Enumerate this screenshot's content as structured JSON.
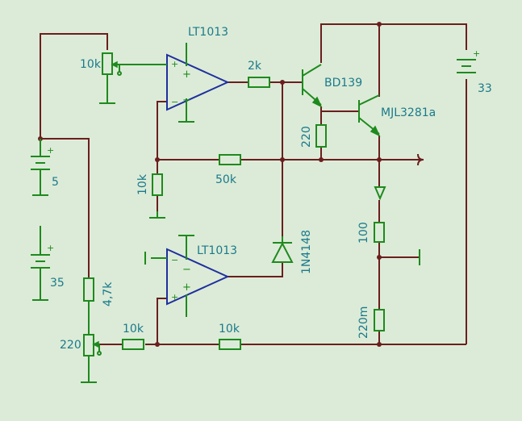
{
  "components": {
    "opamp_top": "LT1013",
    "opamp_bottom": "LT1013",
    "pot_top": "10k",
    "pot_bottom": "220",
    "r_2k": "2k",
    "r_220_emitter": "220",
    "r_10k_fb": "10k",
    "r_50k": "50k",
    "r_4k7": "4,7k",
    "r_10k_in": "10k",
    "r_10k_bottom": "10k",
    "r_100": "100",
    "r_220m": "220m",
    "q_driver": "BD139",
    "q_power": "MJL3281a",
    "diode": "1N4148",
    "battery_5": "5",
    "battery_35": "35",
    "battery_33": "33"
  },
  "colors": {
    "background": "#dcebd7",
    "wire": "#6b1e1e",
    "component": "#1e8a1e",
    "opamp": "#1f2f9e",
    "label": "#1a7a8c"
  }
}
